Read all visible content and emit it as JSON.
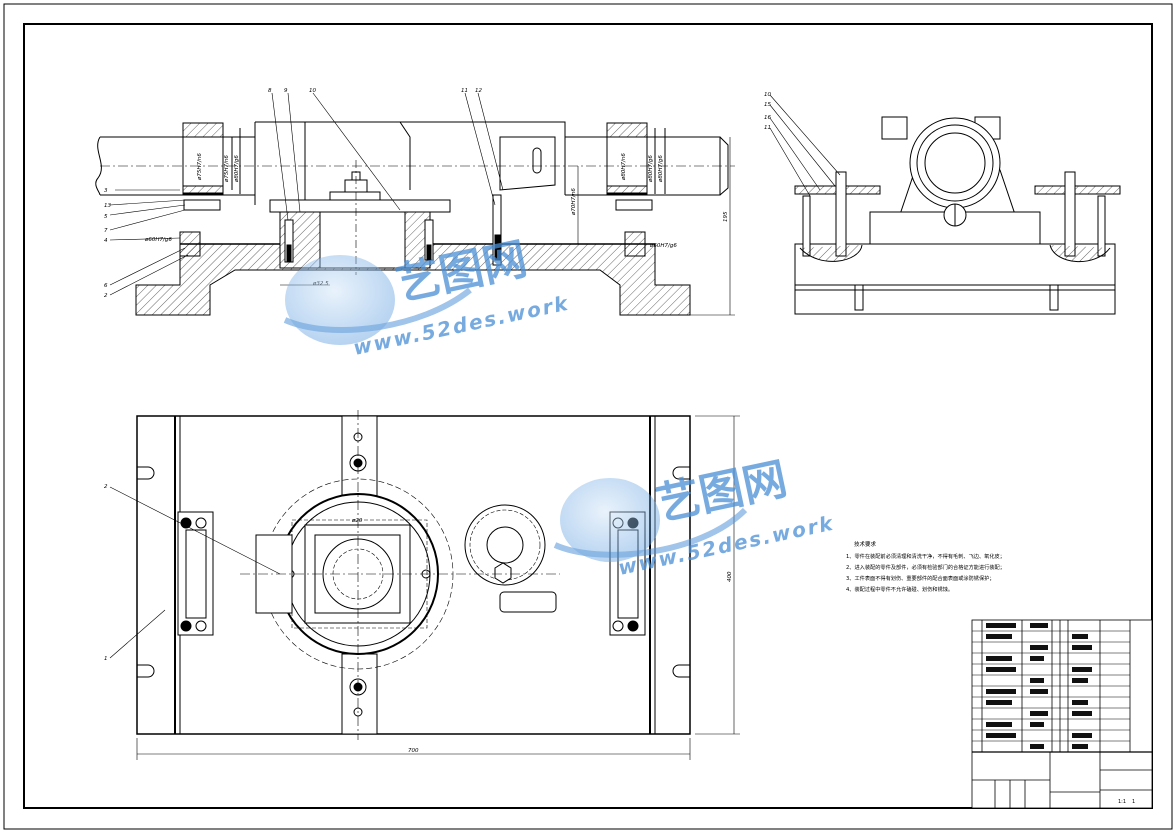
{
  "watermark": {
    "brand": "艺图网",
    "url": "www.52des.work",
    "color": "#4a8fd6"
  },
  "front_view": {
    "part_numbers": [
      "8",
      "9",
      "10",
      "11",
      "12",
      "13",
      "5",
      "7",
      "4",
      "6",
      "2",
      "3"
    ],
    "fit_labels": [
      "ø60H7/g6",
      "ø60H7/g6",
      "ø75H7/n6",
      "ø75H7/n6",
      "ø80H7/g6",
      "ø80H7/n6",
      "ø80H7/g6",
      "ø80H7/g6",
      "ø70H7/n6",
      "ø32.5"
    ],
    "height_dim": "195"
  },
  "side_view": {
    "part_numbers": [
      "10",
      "15",
      "16",
      "11"
    ]
  },
  "top_view": {
    "part_numbers": [
      "2",
      "1"
    ],
    "width_dim": "700",
    "depth_dim": "400",
    "hole_label": "ø20"
  },
  "tech_requirements": {
    "title": "技术要求",
    "items": [
      "1、零件在装配前必须清理和清洗干净，不得有毛刺、飞边、氧化皮；",
      "2、进入装配的零件及部件，必须有检验部门的合格证方能进行装配；",
      "3、工件表面不得有划伤、重要部件的配合面表面或涂防锈保护；",
      "4、装配过程中零件不允许磕碰、划伤和锈蚀。"
    ]
  },
  "title_block": {
    "ratio": "1:1",
    "sheet": "1"
  }
}
